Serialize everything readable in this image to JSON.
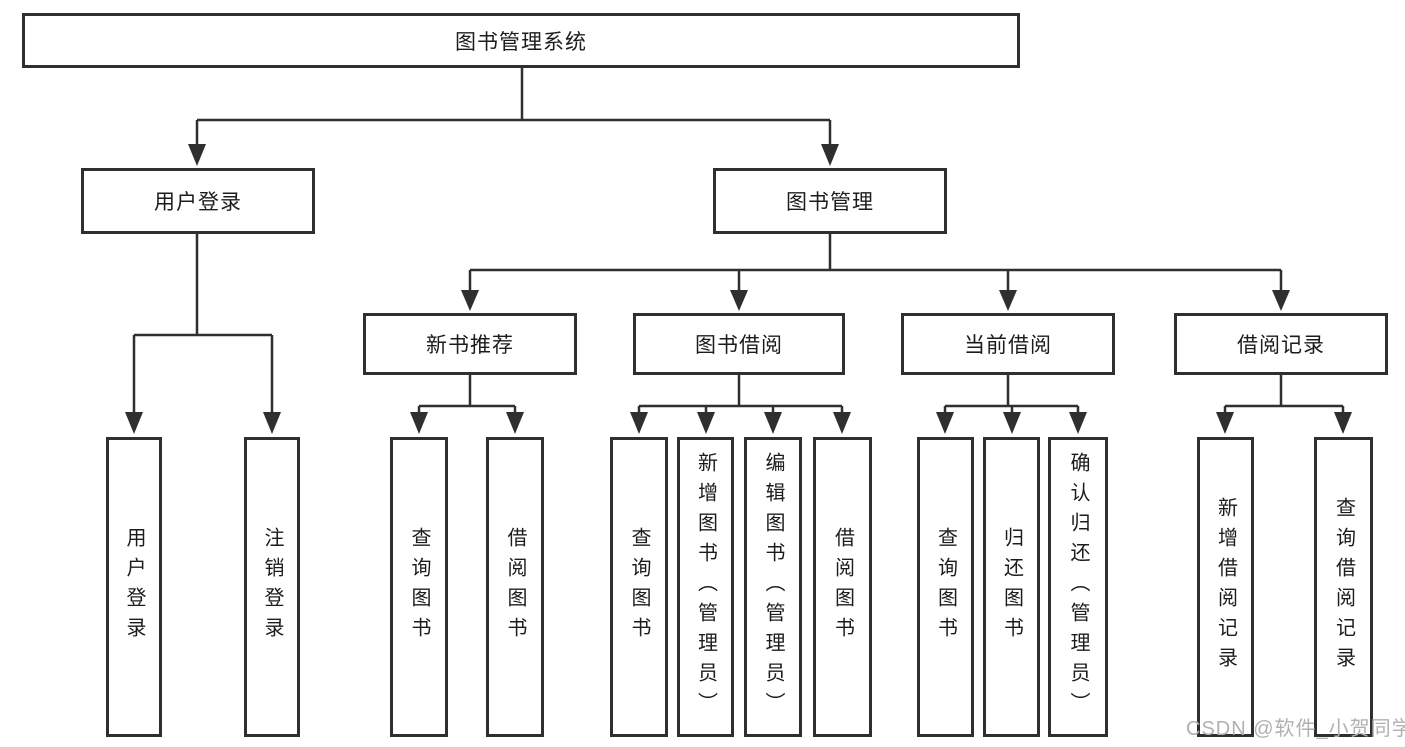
{
  "tree": {
    "root": {
      "label": "图书管理系统",
      "children": [
        {
          "label": "用户登录",
          "children": [
            {
              "label": "用户登录"
            },
            {
              "label": "注销登录"
            }
          ]
        },
        {
          "label": "图书管理",
          "children": [
            {
              "label": "新书推荐",
              "children": [
                {
                  "label": "查询图书"
                },
                {
                  "label": "借阅图书"
                }
              ]
            },
            {
              "label": "图书借阅",
              "children": [
                {
                  "label": "查询图书"
                },
                {
                  "label": "新增图书（管理员）"
                },
                {
                  "label": "编辑图书（管理员）"
                },
                {
                  "label": "借阅图书"
                }
              ]
            },
            {
              "label": "当前借阅",
              "children": [
                {
                  "label": "查询图书"
                },
                {
                  "label": "归还图书"
                },
                {
                  "label": "确认归还（管理员）"
                }
              ]
            },
            {
              "label": "借阅记录",
              "children": [
                {
                  "label": "新增借阅记录"
                },
                {
                  "label": "查询借阅记录"
                }
              ]
            }
          ]
        }
      ]
    }
  },
  "watermark": {
    "text": "CSDN @软件_小贺同学"
  },
  "colors": {
    "line": "#2f2f2f",
    "box_border": "#2f2f2f",
    "box_bg": "#ffffff",
    "text": "#1c1c1c",
    "watermark": "#b1b1b1"
  }
}
